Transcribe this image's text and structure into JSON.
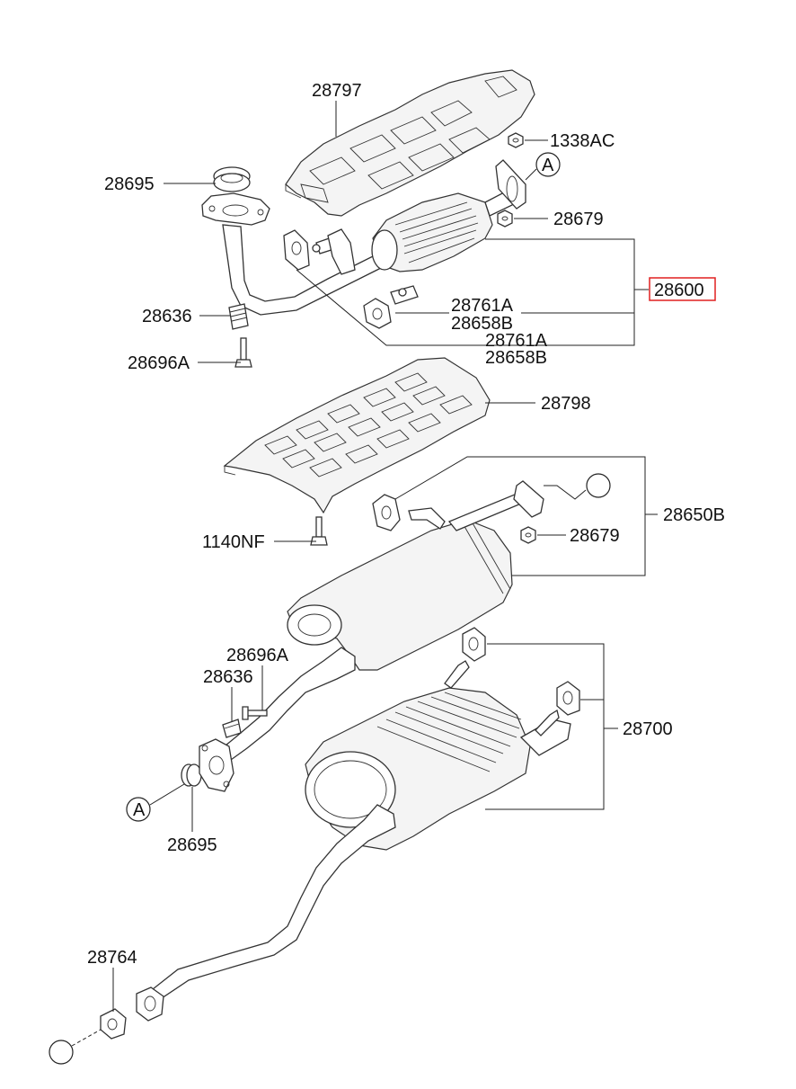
{
  "labels": {
    "p28797": "28797",
    "p1338AC": "1338AC",
    "p28695_top": "28695",
    "p28679_top": "28679",
    "pA_top": "A",
    "p28600": "28600",
    "p28636_top": "28636",
    "p28761A_1": "28761A",
    "p28658B_1": "28658B",
    "p28761A_2": "28761A",
    "p28658B_2": "28658B",
    "p28696A_top": "28696A",
    "p28798": "28798",
    "p28650B": "28650B",
    "p28679_mid": "28679",
    "p1140NF": "1140NF",
    "p28696A_mid": "28696A",
    "p28636_mid": "28636",
    "p28700": "28700",
    "pA_bottom": "A",
    "p28695_bottom": "28695",
    "p28764": "28764"
  },
  "highlight": {
    "selected_part": "28600",
    "border_color": "#e02020"
  },
  "colors": {
    "line": "#222222",
    "part_fill": "#f4f4f4"
  }
}
